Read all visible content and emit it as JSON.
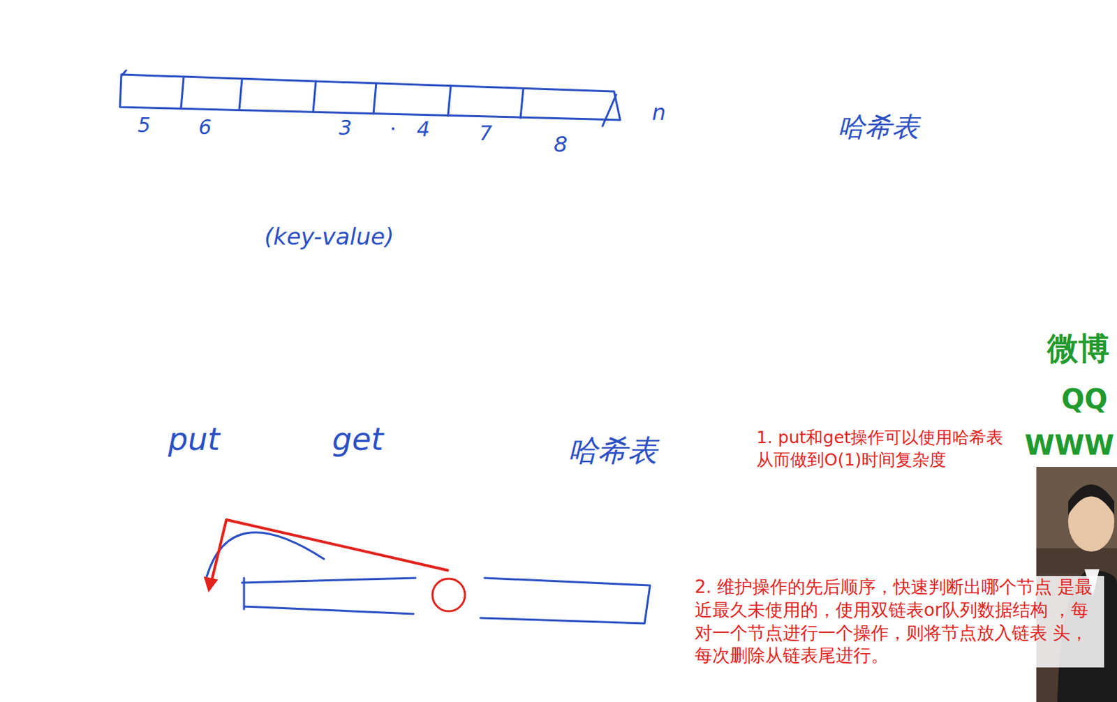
{
  "diagram": {
    "labels": [
      "5",
      "6",
      "3",
      "4",
      "7",
      "8",
      "n",
      "哈希表",
      "(key-value)",
      "put",
      "get",
      "哈希表",
      "1. put和get操作可以使用哈希表 从而做到O(1)时间复杂度",
      "2. 维护操作的先后顺序，快速判断出哪个节点 是最近最久未使用的，使用双链表or队列数据结构 ，每对一个节点进行一个操作，则将节点放入链表 头，每次删除从链表尾进行。",
      "微博",
      "QQ",
      "WWW"
    ]
  }
}
